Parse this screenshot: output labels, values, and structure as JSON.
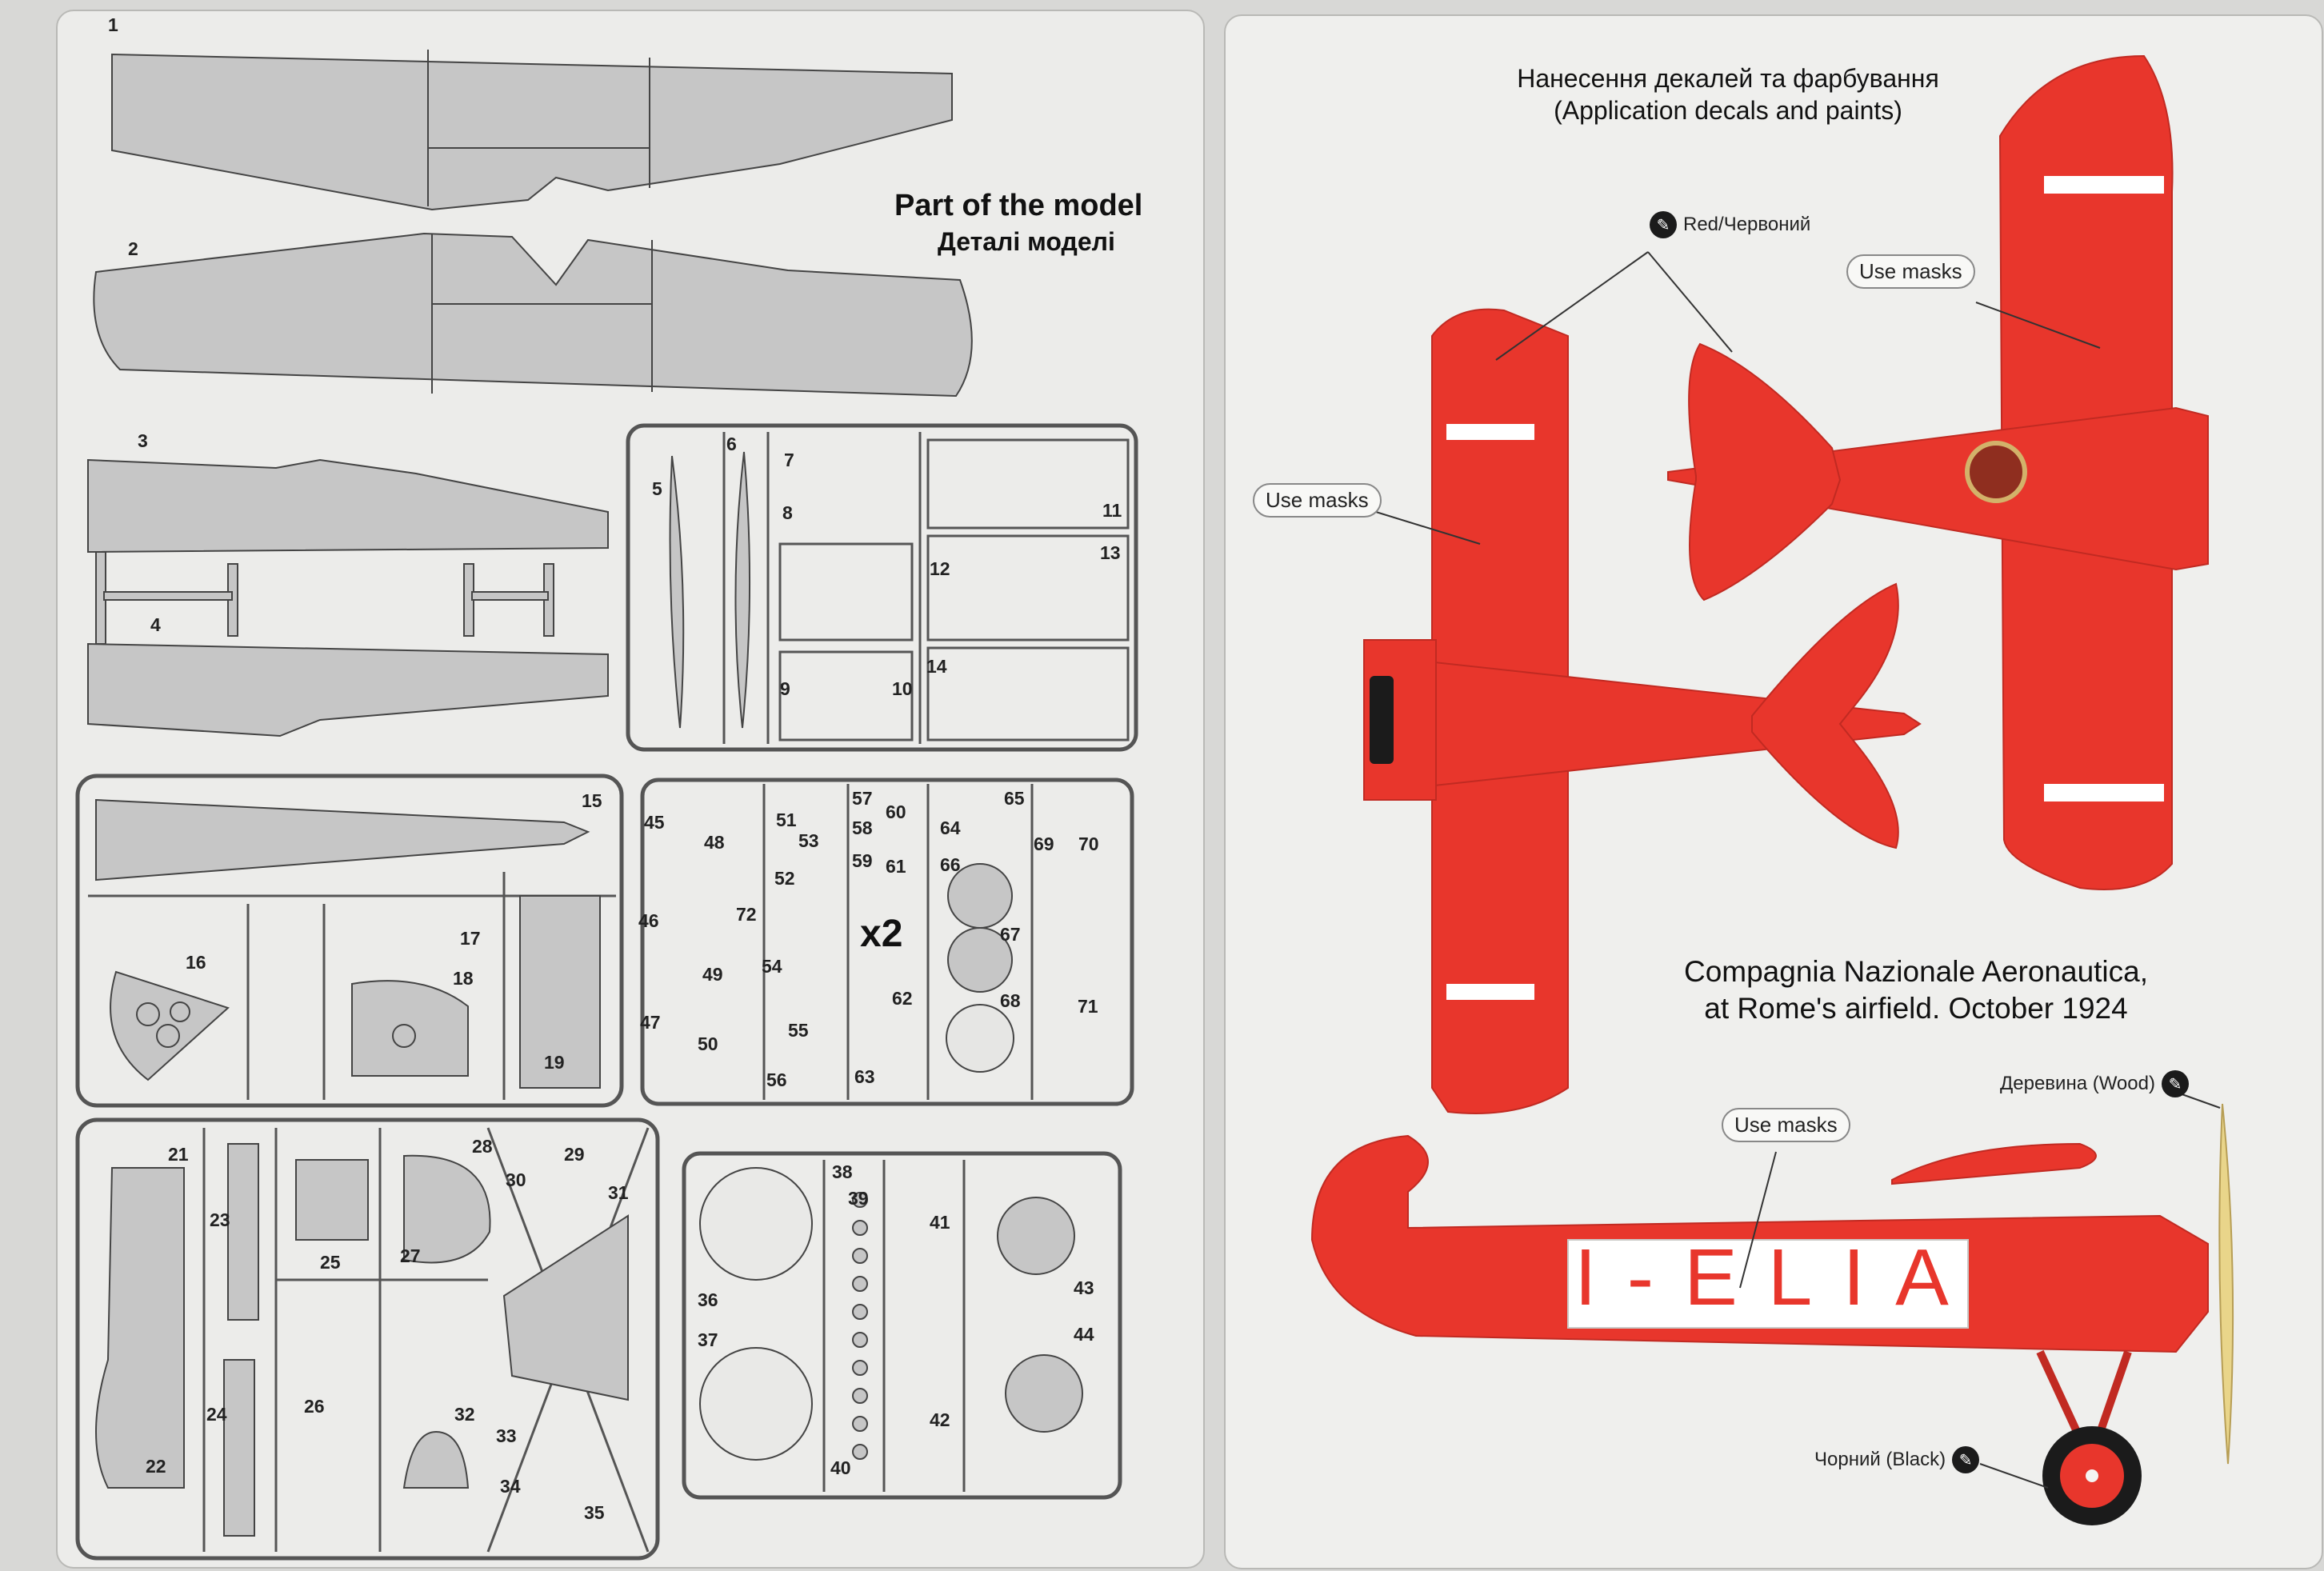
{
  "left_page": {
    "title_en": "Part of the model",
    "title_ua": "Деталі моделі",
    "multiplier": "x2",
    "part_numbers": [
      "1",
      "2",
      "3",
      "4",
      "5",
      "6",
      "7",
      "8",
      "9",
      "10",
      "11",
      "12",
      "13",
      "14",
      "15",
      "16",
      "17",
      "18",
      "19",
      "21",
      "22",
      "23",
      "24",
      "25",
      "26",
      "27",
      "28",
      "29",
      "30",
      "31",
      "32",
      "33",
      "34",
      "35",
      "36",
      "37",
      "38",
      "39",
      "40",
      "41",
      "42",
      "43",
      "44",
      "45",
      "46",
      "47",
      "48",
      "49",
      "50",
      "51",
      "52",
      "53",
      "54",
      "55",
      "56",
      "57",
      "58",
      "59",
      "60",
      "61",
      "62",
      "63",
      "64",
      "65",
      "66",
      "67",
      "68",
      "69",
      "70",
      "71",
      "72"
    ]
  },
  "right_page": {
    "heading_ua": "Нанесення декалей та фарбування",
    "heading_en": "(Application decals and paints)",
    "caption_line1": "Compagnia Nazionale Aeronautica,",
    "caption_line2": "at Rome's airfield. October 1924",
    "use_masks": "Use masks",
    "red_label": "Red/Червоний",
    "wood_label": "Деревина (Wood)",
    "black_label": "Чорний (Black)",
    "registration": "I-ELIA",
    "colors": {
      "red": "#e8362c",
      "wood": "#e9d58a",
      "black": "#1b1b1b",
      "panel": "#f4f4f2"
    }
  }
}
